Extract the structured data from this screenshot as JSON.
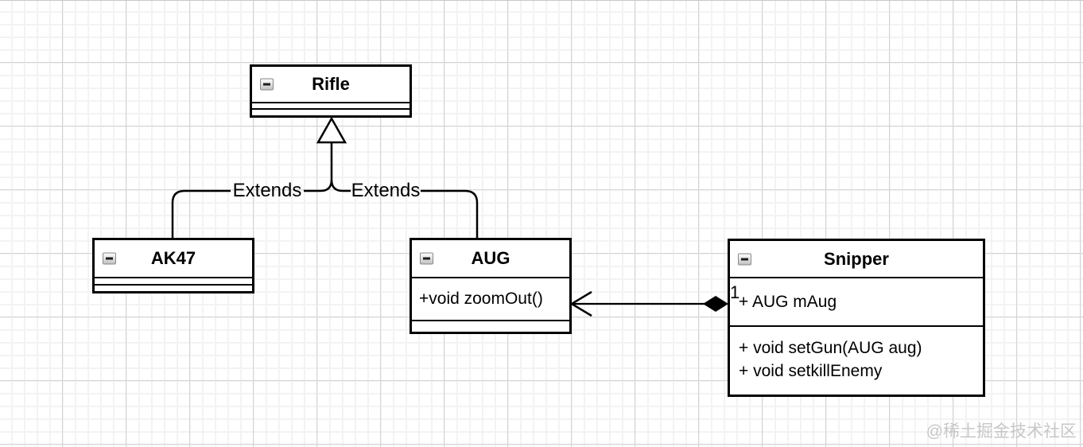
{
  "canvas": {
    "background": "#ffffff",
    "grid_minor_color": "#f3f3f3",
    "grid_major_color": "#d4d4d4",
    "line_color": "#000000"
  },
  "classes": {
    "rifle": {
      "title": "Rifle"
    },
    "ak47": {
      "title": "AK47"
    },
    "aug": {
      "title": "AUG",
      "operations": [
        "+void zoomOut()"
      ]
    },
    "snipper": {
      "title": "Snipper",
      "attributes": [
        "+ AUG mAug"
      ],
      "operations": [
        "+ void setGun(AUG aug)",
        "+ void setkillEnemy"
      ]
    }
  },
  "relations": {
    "rifle_ak47": {
      "type": "generalization",
      "label": "Extends"
    },
    "rifle_aug": {
      "type": "generalization",
      "label": "Extends"
    },
    "snipper_aug": {
      "type": "aggregation",
      "multiplicity": "1"
    }
  },
  "watermark": "@稀土掘金技术社区"
}
